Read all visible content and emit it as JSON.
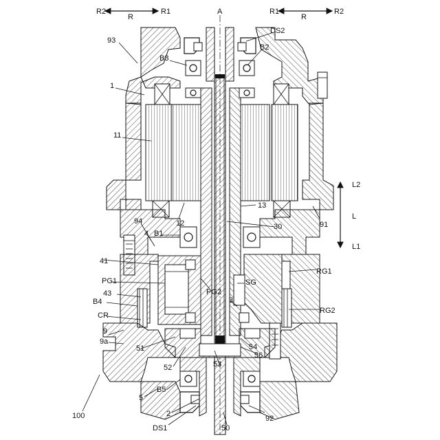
{
  "labels": {
    "R2_left": "R2",
    "R_left": "R",
    "R1_left": "R1",
    "A": "A",
    "R1_right": "R1",
    "R_right": "R",
    "R2_right": "R2",
    "n93": "93",
    "DS2": "DS2",
    "B3": "B3",
    "B2": "B2",
    "n1": "1",
    "n11": "11",
    "n12": "12",
    "n13": "13",
    "n30": "30",
    "L2": "L2",
    "L": "L",
    "L1": "L1",
    "n91": "91",
    "n94": "94",
    "n4": "4",
    "B1": "B1",
    "n41": "41",
    "PG1": "PG1",
    "PG2": "PG2",
    "SG": "SG",
    "RG1": "RG1",
    "B4": "B4",
    "n43": "43",
    "CR": "CR",
    "n3": "3",
    "RG2": "RG2",
    "n9": "9",
    "n9a": "9a",
    "n51": "51",
    "n54": "54",
    "n56": "56",
    "n52": "52",
    "n53": "53",
    "n5": "5",
    "B5": "B5",
    "n100": "100",
    "n2": "2",
    "DS1": "DS1",
    "n50": "50",
    "n92": "92"
  }
}
